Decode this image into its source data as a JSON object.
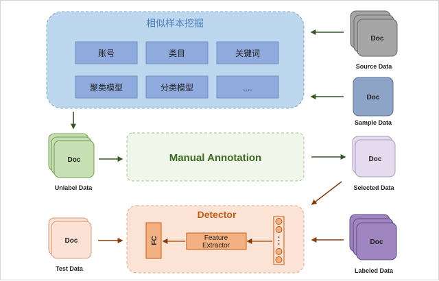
{
  "mining": {
    "title": "相似样本挖掘",
    "cells": [
      "账号",
      "类目",
      "关键词",
      "聚类模型",
      "分类模型",
      "...."
    ]
  },
  "annotation": {
    "title": "Manual Annotation"
  },
  "detector": {
    "title": "Detector",
    "fc_label": "FC",
    "feature_line1": "Feature",
    "feature_line2": "Extractor"
  },
  "docs": {
    "doc_label": "Doc",
    "source_caption": "Source Data",
    "sample_caption": "Sample Data",
    "unlabel_caption": "Unlabel Data",
    "selected_caption": "Selected Data",
    "test_caption": "Test Data",
    "labeled_caption": "Labeled Data"
  },
  "colors": {
    "mining_bg": "#bdd7ee",
    "mining_cell": "#8faadc",
    "mining_title": "#4a7ebb",
    "annotation_bg": "#f0f6e9",
    "annotation_text": "#3d6b22",
    "detector_bg": "#fbe3d6",
    "detector_title": "#c55a11",
    "orange_box": "#f4b183",
    "source_doc": "#a6a6a6",
    "sample_doc": "#8ea4c6",
    "unlabel_doc": "#c6e0b4",
    "selected_doc": "#e4dcee",
    "test_doc": "#fbe2d5",
    "labeled_doc": "#9f86c0",
    "arrow_dark": "#375623",
    "arrow_brown": "#843c0c"
  }
}
